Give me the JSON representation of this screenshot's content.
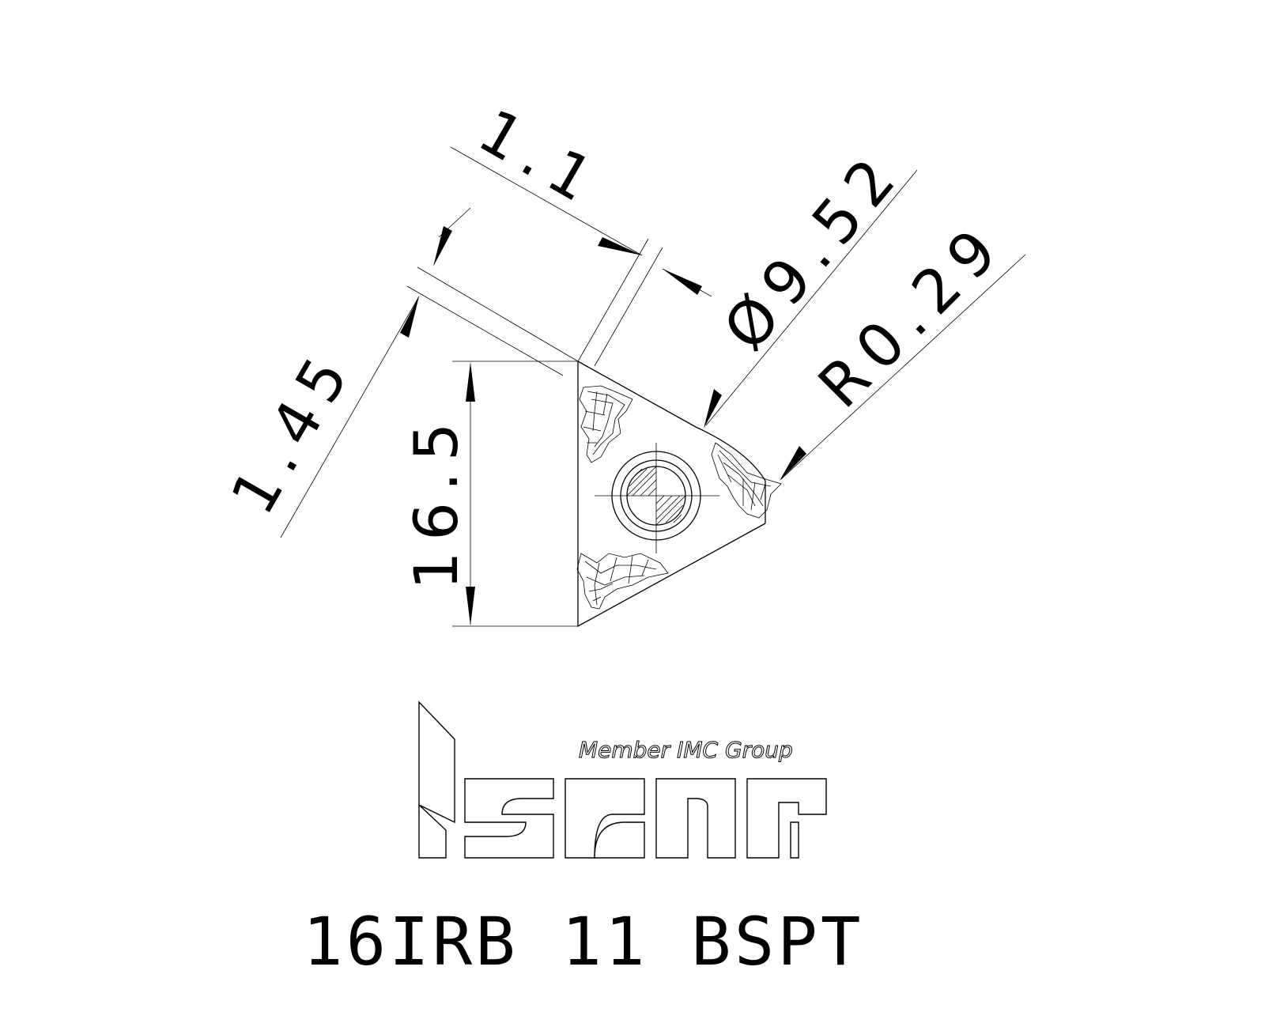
{
  "dimensions": {
    "width_top": "1.1",
    "diameter": "Ø9.52",
    "radius": "R0.29",
    "offset": "1.45",
    "height": "16.5"
  },
  "logo": {
    "tagline": "Member IMC Group",
    "brand": "iscar"
  },
  "part_number": "16IRB 11 BSPT"
}
